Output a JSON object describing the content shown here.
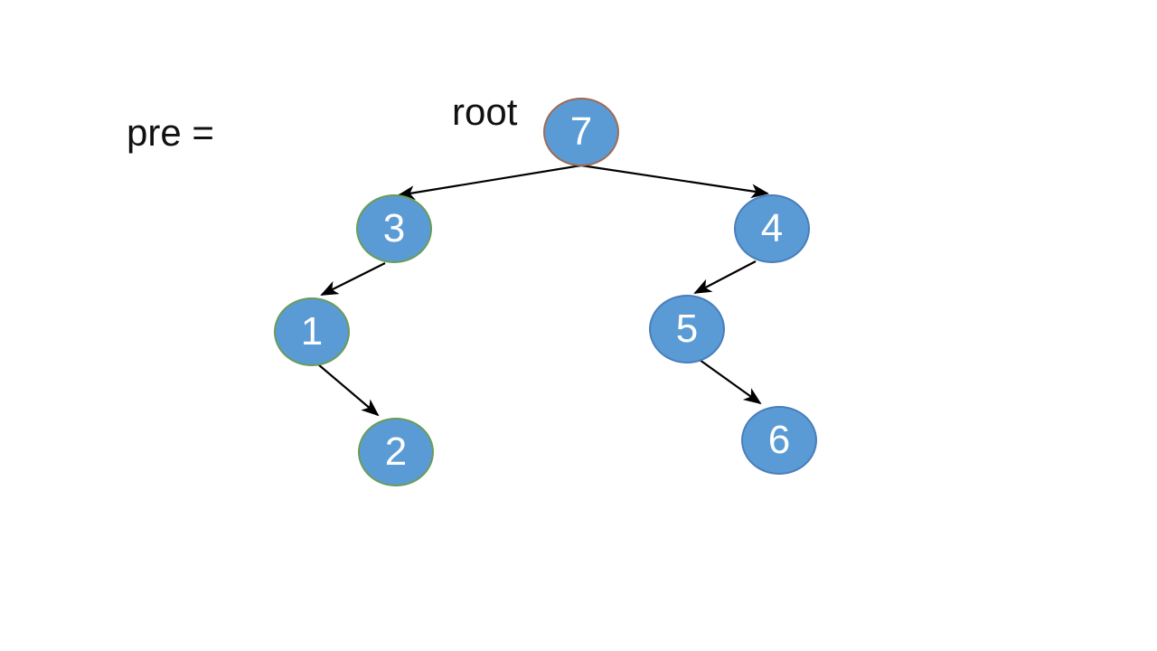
{
  "labels": {
    "pre_equals": "pre =",
    "root_pointer": "root"
  },
  "diagram": {
    "type": "binary-tree",
    "description": "Binary tree used to illustrate preorder traversal; 'pre =' answer area is blank",
    "nodes": [
      {
        "value": "7",
        "role": "root"
      },
      {
        "value": "3",
        "parent": "7",
        "side": "left"
      },
      {
        "value": "4",
        "parent": "7",
        "side": "right"
      },
      {
        "value": "1",
        "parent": "3",
        "side": "left"
      },
      {
        "value": "2",
        "parent": "1",
        "side": "right"
      },
      {
        "value": "5",
        "parent": "4",
        "side": "left"
      },
      {
        "value": "6",
        "parent": "5",
        "side": "right"
      }
    ],
    "edges": [
      {
        "from": "7",
        "to": "3"
      },
      {
        "from": "7",
        "to": "4"
      },
      {
        "from": "3",
        "to": "1"
      },
      {
        "from": "1",
        "to": "2"
      },
      {
        "from": "4",
        "to": "5"
      },
      {
        "from": "5",
        "to": "6"
      }
    ]
  },
  "colors": {
    "page-bg": "#ffffff",
    "node-fill": "#5b9bd5",
    "node-text": "#ffffff",
    "border-root": "#9e6b55",
    "border-left": "#6a9b5a",
    "border-right": "#4a7ebb",
    "edge": "#000000",
    "text": "#111111"
  }
}
